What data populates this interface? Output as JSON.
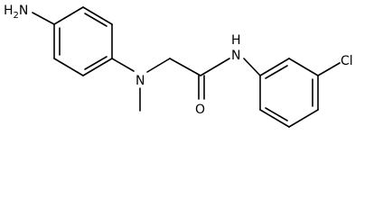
{
  "molecule": {
    "atoms": {
      "amine": "H2N",
      "amine_h": "H",
      "amine_sub": "2",
      "amine_n": "N",
      "tertiary_n": "N",
      "amide_n": "N",
      "amide_h": "H",
      "oxygen": "O",
      "chlorine": "Cl"
    }
  },
  "colors": {
    "bond": "#000000",
    "text": "#000000",
    "background": "#ffffff"
  }
}
